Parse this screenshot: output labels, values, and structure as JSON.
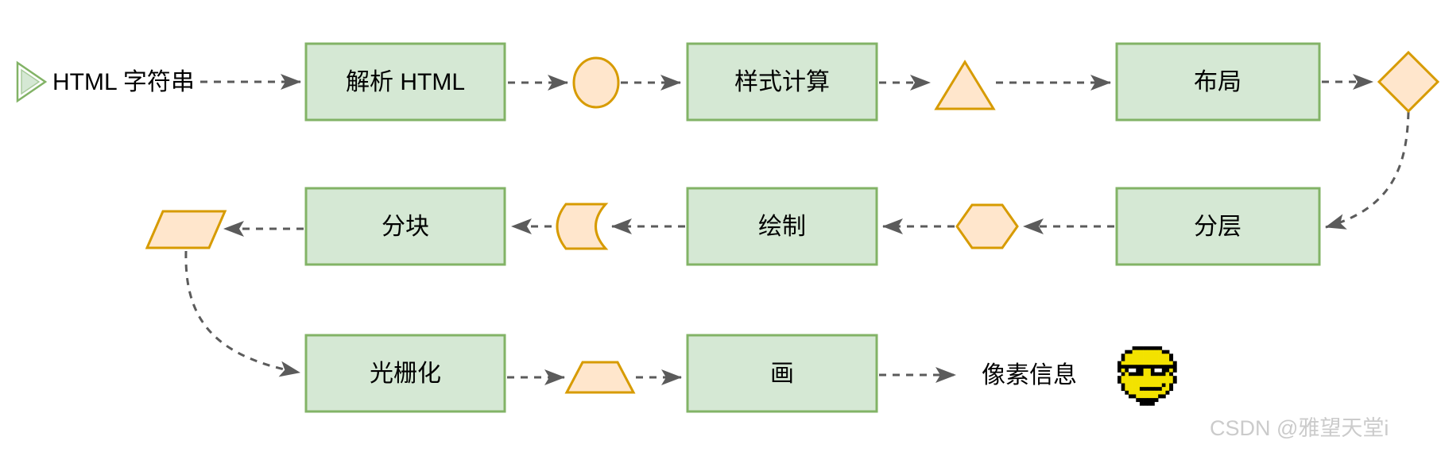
{
  "diagram": {
    "nodes": {
      "start_label": "HTML 字符串",
      "parse": "解析 HTML",
      "style_calc": "样式计算",
      "layout": "布局",
      "layering": "分层",
      "paint": "绘制",
      "tiling": "分块",
      "raster": "光栅化",
      "draw": "画",
      "output_label": "像素信息"
    },
    "pipeline_order": [
      "HTML 字符串",
      "解析 HTML",
      "样式计算",
      "布局",
      "分层",
      "绘制",
      "分块",
      "光栅化",
      "画",
      "像素信息"
    ],
    "shapes_between_steps": [
      "circle",
      "triangle",
      "diamond",
      "hexagon",
      "stored-data",
      "parallelogram",
      "trapezoid"
    ],
    "end_icon": "cool-smiley-sunglasses-emoji",
    "colors": {
      "box_fill": "#d5e8d4",
      "box_stroke": "#82b366",
      "shape_fill": "#ffe6cc",
      "shape_stroke": "#d79b00",
      "connector": "#5b5b5b",
      "watermark": "#cbcbcb",
      "smiley_yellow": "#f3e200"
    },
    "watermark": "CSDN @雅望天堂i"
  }
}
